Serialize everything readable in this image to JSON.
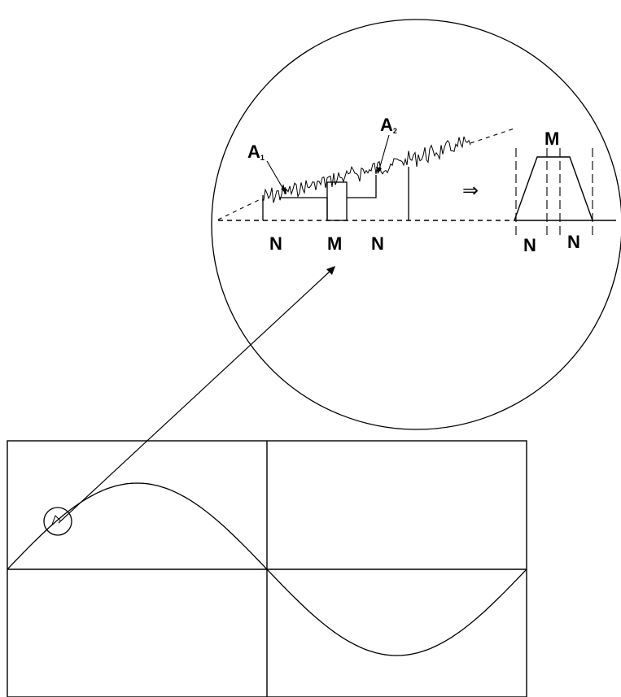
{
  "zoom_labels": {
    "a1_main": "A",
    "a1_sub": "1",
    "a2_main": "A",
    "a2_sub": "2",
    "n_left": "N",
    "m_center": "M",
    "n_center": "N",
    "m_result": "M",
    "n_result_left": "N",
    "n_result_right": "N"
  },
  "transform_arrow": "⇒",
  "colors": {
    "line": "#000000",
    "background": "#ffffff"
  }
}
